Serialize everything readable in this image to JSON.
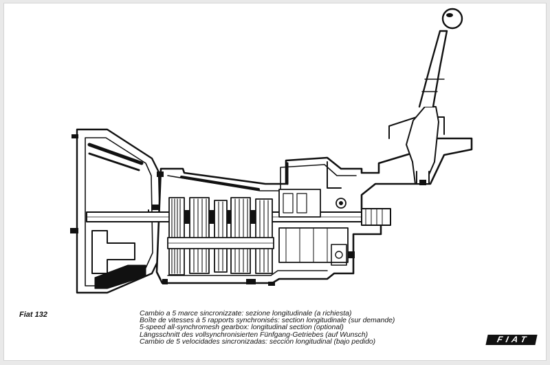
{
  "model": "Fiat 132",
  "captions": {
    "it": "Cambio a 5 marce sincronizzate: sezione longitudinale (a richiesta)",
    "fr": "Boîte de vitesses à 5 rapports synchronisés: section longitudinale (sur demande)",
    "en": "5-speed all-synchromesh gearbox: longitudinal section (optional)",
    "de": "Längsschnitt des vollsynchronisierten Fünfgang-Getriebes (auf Wunsch)",
    "es": "Cambio de 5 velocidades sincronizadas: sección longitudinal (bajo pedido)"
  },
  "logo": "FIAT",
  "colors": {
    "ink": "#111111",
    "paper": "#ffffff",
    "border": "#e9e9e9"
  }
}
